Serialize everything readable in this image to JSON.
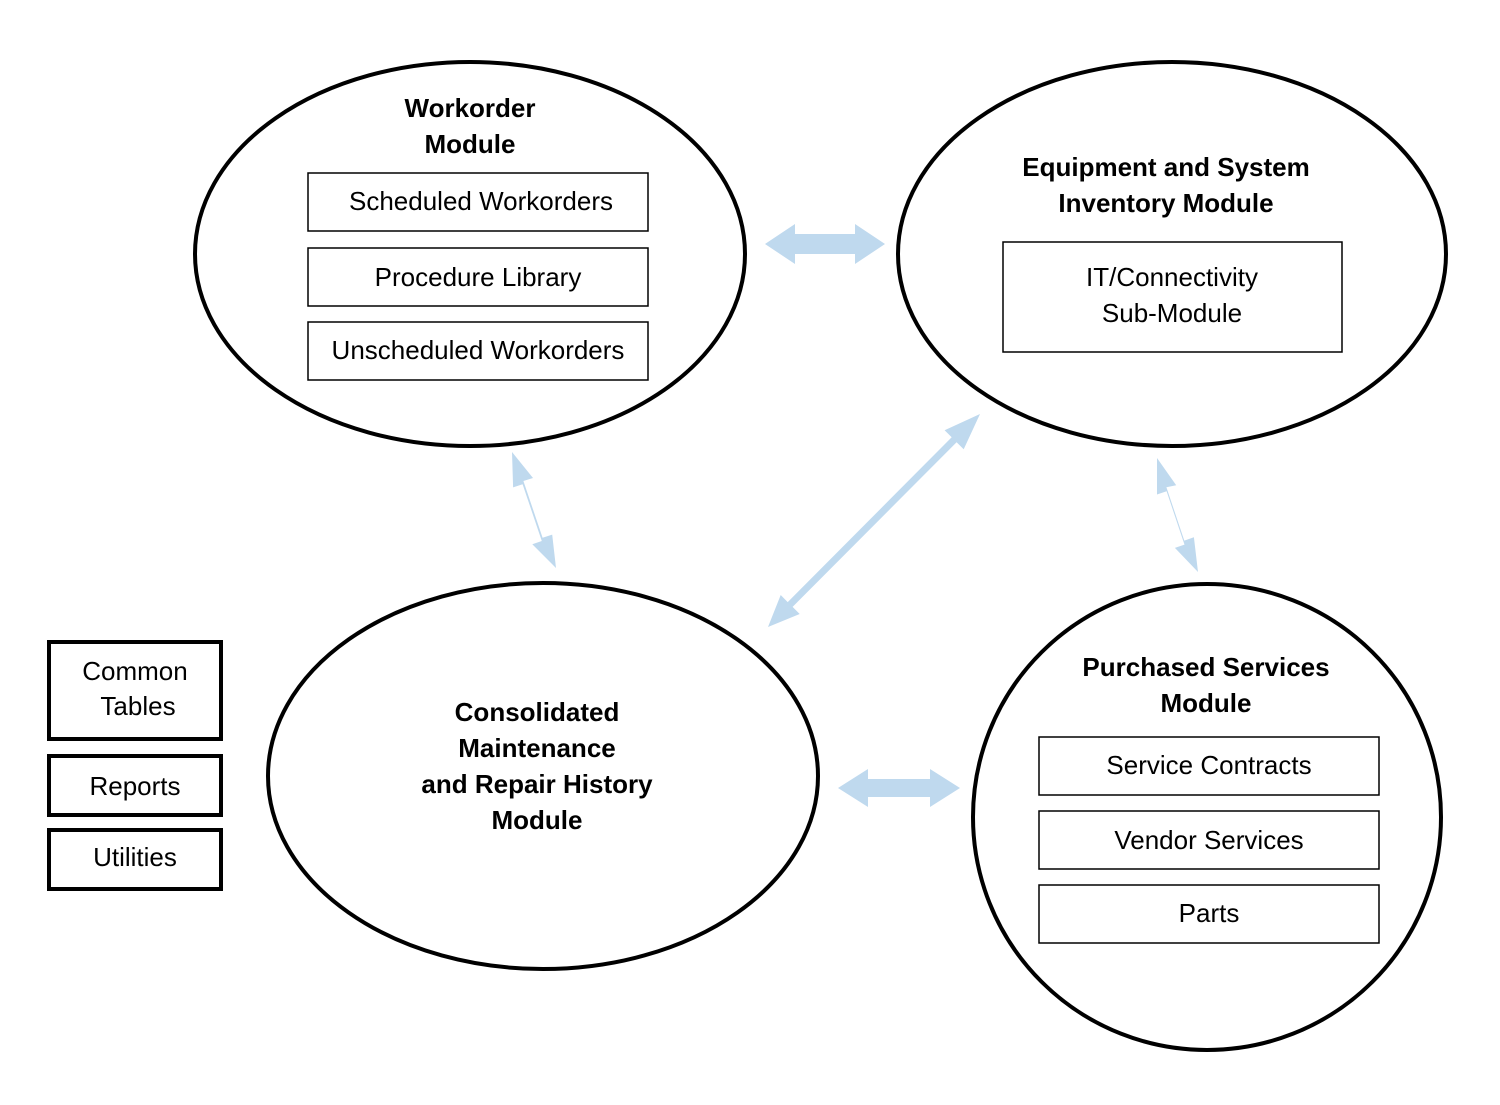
{
  "colors": {
    "connector": "#bfd9ee",
    "outline": "#000000",
    "background": "#ffffff"
  },
  "modules": {
    "workorder": {
      "title_lines": [
        "Workorder",
        "Module"
      ],
      "submodules": [
        "Scheduled Workorders",
        "Procedure Library",
        "Unscheduled Workorders"
      ]
    },
    "equipment": {
      "title_lines": [
        "Equipment and System",
        "Inventory Module"
      ],
      "submodule_lines": [
        "IT/Connectivity",
        "Sub-Module"
      ]
    },
    "history": {
      "title_lines": [
        "Consolidated",
        "Maintenance",
        "and Repair History",
        "Module"
      ]
    },
    "purchased": {
      "title_lines": [
        "Purchased Services",
        "Module"
      ],
      "submodules": [
        "Service Contracts",
        "Vendor Services",
        "Parts"
      ]
    }
  },
  "side_panel": {
    "common_tables_lines": [
      "Common",
      "Tables"
    ],
    "reports": "Reports",
    "utilities": "Utilities"
  },
  "connectors": [
    {
      "from": "workorder",
      "to": "equipment"
    },
    {
      "from": "workorder",
      "to": "history"
    },
    {
      "from": "history",
      "to": "equipment"
    },
    {
      "from": "equipment",
      "to": "purchased"
    },
    {
      "from": "history",
      "to": "purchased"
    }
  ]
}
